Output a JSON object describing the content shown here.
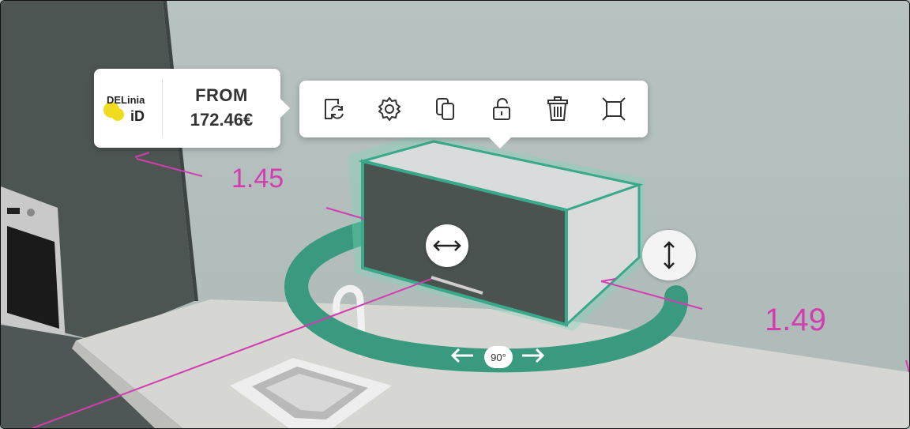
{
  "price_card": {
    "brand_top": "DELinia",
    "brand_bottom": "iD",
    "from_label": "FROM",
    "price": "172.46€"
  },
  "toolbar": {
    "items": [
      {
        "icon": "replace-icon"
      },
      {
        "icon": "gear-icon"
      },
      {
        "icon": "duplicate-icon"
      },
      {
        "icon": "unlock-icon"
      },
      {
        "icon": "trash-icon"
      },
      {
        "icon": "resize-icon"
      }
    ]
  },
  "dimensions": {
    "left": "1.45",
    "right": "1.49"
  },
  "rotation": {
    "angle": "90°"
  },
  "colors": {
    "selection": "#3aa88a",
    "dimension_line": "#d23db0",
    "wall": "#b4bfbe"
  }
}
